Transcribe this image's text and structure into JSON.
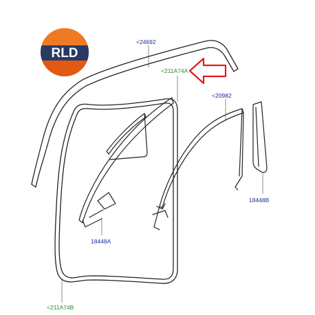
{
  "logo": {
    "text": "RLD",
    "colors": {
      "top": "#f07a22",
      "band": "#2a3a66",
      "bottom": "#e8641a",
      "text": "#ffffff"
    }
  },
  "labels": {
    "outer_drip": "<24692",
    "body_seal": "<211A74A",
    "door_seal": "<20982",
    "front_seal": "18448A",
    "rear_strip": "18448B",
    "lower_seal": "<211A74B"
  },
  "colors": {
    "part_label": "#1a2a9a",
    "highlight_label": "#2a8a2a",
    "arrow": "#e01a1a",
    "line": "#222222"
  },
  "icons": {
    "pointer": "arrow-left-icon"
  }
}
